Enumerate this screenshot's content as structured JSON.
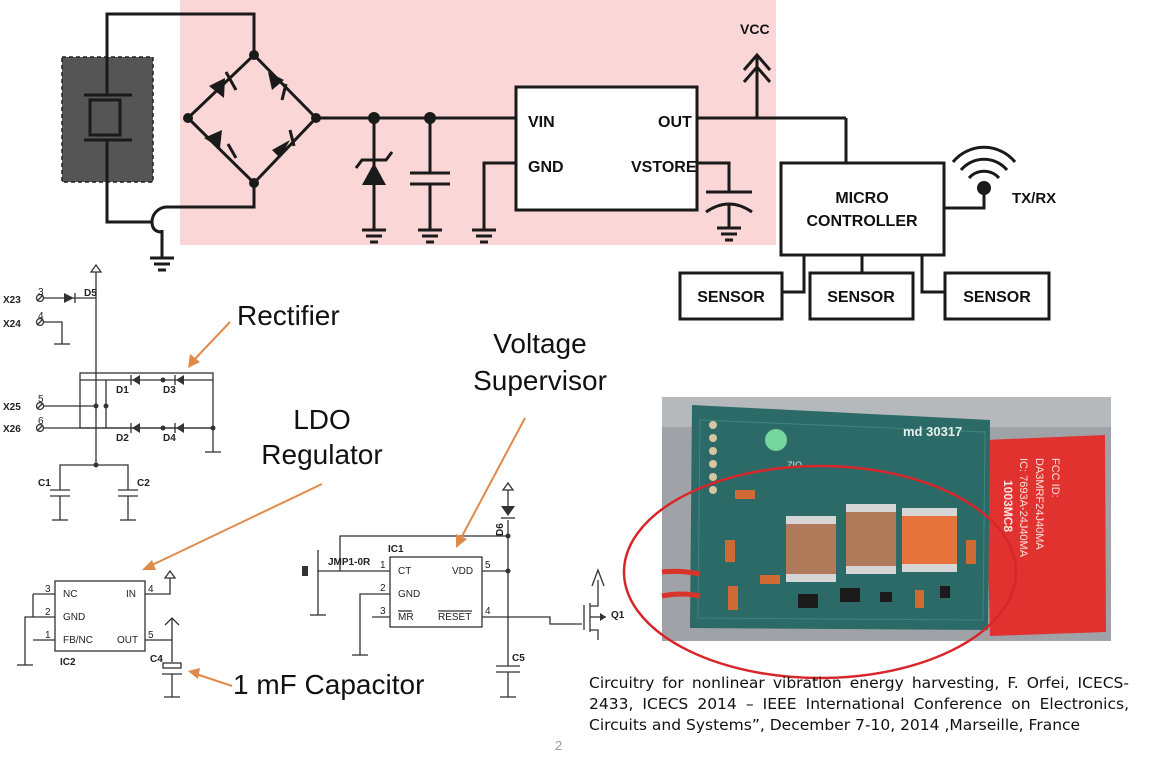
{
  "block": {
    "vcc": "VCC",
    "vin": "VIN",
    "out": "OUT",
    "gnd": "GND",
    "vstore": "VSTORE",
    "mcu_line1": "MICRO",
    "mcu_line2": "CONTROLLER",
    "txrx": "TX/RX",
    "sensor1": "SENSOR",
    "sensor2": "SENSOR",
    "sensor3": "SENSOR"
  },
  "annotations": {
    "rectifier": "Rectifier",
    "voltage_line1": "Voltage",
    "voltage_line2": "Supervisor",
    "ldo_line1": "LDO",
    "ldo_line2": "Regulator",
    "capacitor": "1 mF Capacitor"
  },
  "schematic": {
    "x23": "X23",
    "x24": "X24",
    "x25": "X25",
    "x26": "X26",
    "p3": "3",
    "p4": "4",
    "p5": "5",
    "p6": "6",
    "d1": "D1",
    "d2": "D2",
    "d3": "D3",
    "d4": "D4",
    "d5": "D5",
    "d6": "D6",
    "c1": "C1",
    "c2": "C2",
    "c4": "C4",
    "c5": "C5",
    "ic1": "IC1",
    "ic2": "IC2",
    "q1": "Q1",
    "jmp": "JMP1-0R",
    "ic2_nc": "NC",
    "ic2_gnd": "GND",
    "ic2_fbnc": "FB/NC",
    "ic2_in": "IN",
    "ic2_out": "OUT",
    "ic2_p1": "1",
    "ic2_p2": "2",
    "ic2_p3": "3",
    "ic2_p4": "4",
    "ic2_p5": "5",
    "ic1_ct": "CT",
    "ic1_gnd": "GND",
    "ic1_mr": "MR",
    "ic1_vdd": "VDD",
    "ic1_reset": "RESET",
    "ic1_p1": "1",
    "ic1_p2": "2",
    "ic1_p3": "3",
    "ic1_p4": "4",
    "ic1_p5": "5"
  },
  "photo": {
    "md_label": "md 30317",
    "fcc_line1": "FCC ID:",
    "fcc_line2": "DA3MRF24J40MA",
    "fcc_line3": "IC: 7693A-24J40MA",
    "fcc_line4": "1003MC8",
    "board_label": "ZIO"
  },
  "caption": "Circuitry for nonlinear vibration energy harvesting, F. Orfei, ICECS-2433, ICECS 2014 – IEEE International Conference on Electronics, Circuits and Systems”, December 7-10, 2014 ,Marseille, France",
  "page_number": "2",
  "colors": {
    "highlight": "#fbd6d6",
    "arrow": "#e08a4a",
    "ellipse": "#d9262a",
    "pcb": "#2b6a67",
    "module": "#e1322f"
  }
}
